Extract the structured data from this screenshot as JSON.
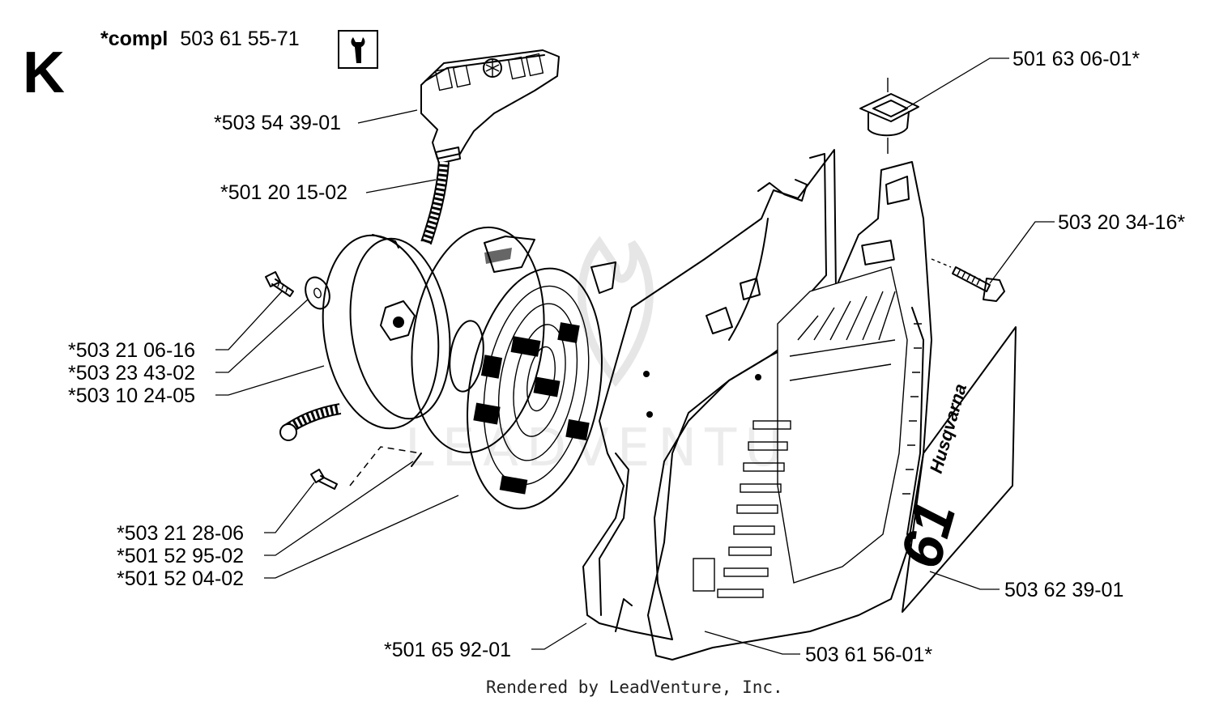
{
  "section": {
    "letter": "K"
  },
  "kit": {
    "prefix": "*compl",
    "number": "503 61 55-71",
    "tool_icon": "wrench-icon"
  },
  "parts": [
    {
      "id": "handle",
      "number": "*503 54 39-01"
    },
    {
      "id": "starter-rope",
      "number": "*501 20 15-02"
    },
    {
      "id": "screw-pulley",
      "number": "*503 21 06-16"
    },
    {
      "id": "washer",
      "number": "*503 23 43-02"
    },
    {
      "id": "rope-pulley",
      "number": "*503 10 24-05"
    },
    {
      "id": "screw-small",
      "number": "*503 21 28-06"
    },
    {
      "id": "spring-cassette",
      "number": "*501 52 95-02"
    },
    {
      "id": "recoil-spring",
      "number": "*501 52 04-02"
    },
    {
      "id": "starter-housing",
      "number": "*501 65 92-01"
    },
    {
      "id": "grommet",
      "number": "501 63 06-01*"
    },
    {
      "id": "housing-bolt",
      "number": "503 20 34-16*"
    },
    {
      "id": "decal",
      "number": "503 62 39-01"
    },
    {
      "id": "cover",
      "number": "503 61 56-01*"
    }
  ],
  "decal_text": {
    "brand": "Husqvarna",
    "model": "61"
  },
  "watermark": "LEADVENTURE",
  "footer": "Rendered by LeadVenture, Inc."
}
